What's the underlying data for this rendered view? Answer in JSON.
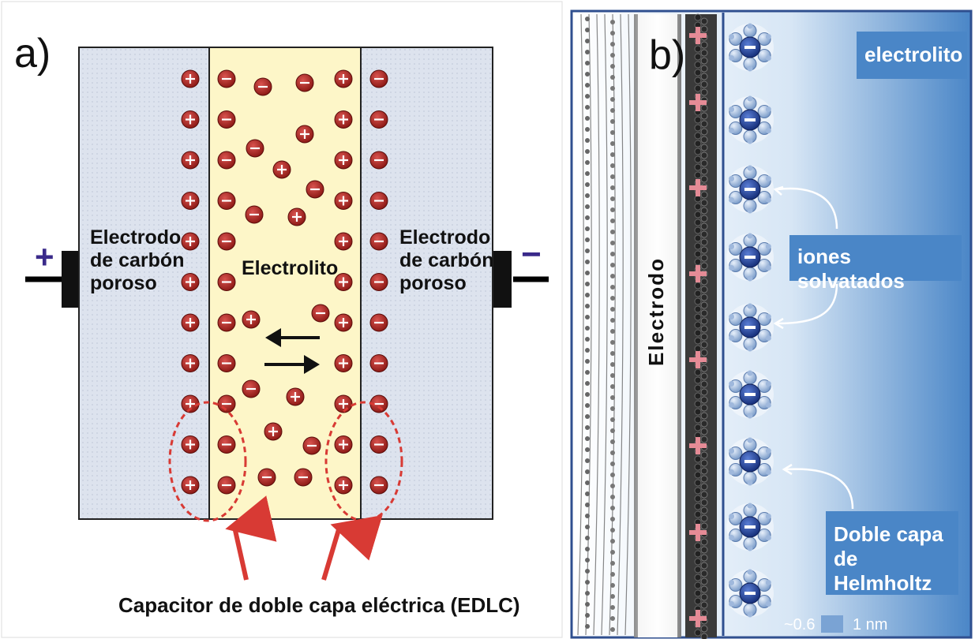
{
  "panel_a": {
    "label": "a)",
    "plus_sign": "+",
    "minus_sign": "−",
    "left_electrode": [
      "Electrodo",
      "de carbón",
      "poroso"
    ],
    "right_electrode": [
      "Electrodo",
      "de carbón",
      "poroso"
    ],
    "electrolyte": "Electrolito",
    "caption": "Capacitor de doble capa eléctrica (EDLC)",
    "colors": {
      "electrode_fill": "#dde3ee",
      "electrolyte_fill": "#fdf6c8",
      "ion": "#a8241f",
      "arrow": "#d83a34"
    }
  },
  "panel_b": {
    "label": "b)",
    "electrode_label": "Electrodo",
    "electrolyte_label": "electrolito",
    "solvated_label": "iones solvatados",
    "helmholtz_label": [
      "Doble capa de",
      "Helmholtz"
    ],
    "scale_a": "~0.6",
    "scale_b": "1 nm",
    "colors": {
      "label_bg": "#4a86c7",
      "anion": "#1f3f9a",
      "solvent": "#8fb0dd",
      "plus": "#e58b96"
    }
  }
}
